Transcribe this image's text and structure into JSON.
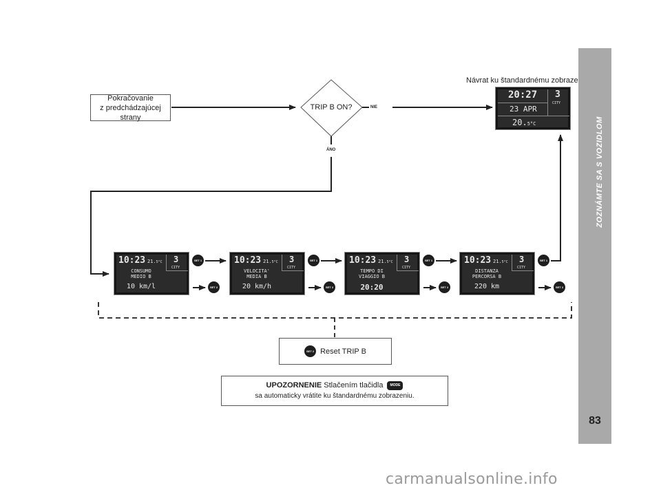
{
  "start_box": {
    "line1": "Pokračovanie",
    "line2": "z predchádzajúcej strany"
  },
  "decision": {
    "label": "TRIP B ON?",
    "no_label": "NIE",
    "yes_label": "ÁNO"
  },
  "return_label": "Návrat ku štandardnému zobrazeniu",
  "standard_display": {
    "time": "20:27",
    "gear": "3",
    "mode": "CITY",
    "date": "23 APR",
    "temp": "20.",
    "temp_unit": "5°C"
  },
  "trip_displays": [
    {
      "time": "10:23",
      "temp": "21.",
      "temp_unit": "5°C",
      "gear": "3",
      "mode": "CITY",
      "line1": "CONSUMO",
      "line2": "MEDIO B",
      "value": "10 km/l"
    },
    {
      "time": "10:23",
      "temp": "21.",
      "temp_unit": "5°C",
      "gear": "3",
      "mode": "CITY",
      "line1": "VELOCITA'",
      "line2": "MEDIA B",
      "value": "20 km/h"
    },
    {
      "time": "10:23",
      "temp": "21.",
      "temp_unit": "5°C",
      "gear": "3",
      "mode": "CITY",
      "line1": "TEMPO DI",
      "line2": "VIAGGIO B",
      "value": "20:20"
    },
    {
      "time": "10:23",
      "temp": "21.",
      "temp_unit": "5°C",
      "gear": "3",
      "mode": "CITY",
      "line1": "DISTANZA",
      "line2": "PERCORSA B",
      "value": "220 km"
    }
  ],
  "buttons": {
    "set1": "SET 1",
    "set2": "SET 2",
    "mode": "MODE"
  },
  "reset_box": {
    "label": "Reset TRIP B"
  },
  "notice": {
    "title": "UPOZORNENIE",
    "text1": "Stlačením tlačidla",
    "text2": "sa automaticky vrátite ku štandardnému zobrazeniu."
  },
  "sidebar": {
    "title": "ZOZNÁMTE SA S VOZIDLOM",
    "page_number": "83"
  },
  "watermark": "carmanualsonline.info"
}
